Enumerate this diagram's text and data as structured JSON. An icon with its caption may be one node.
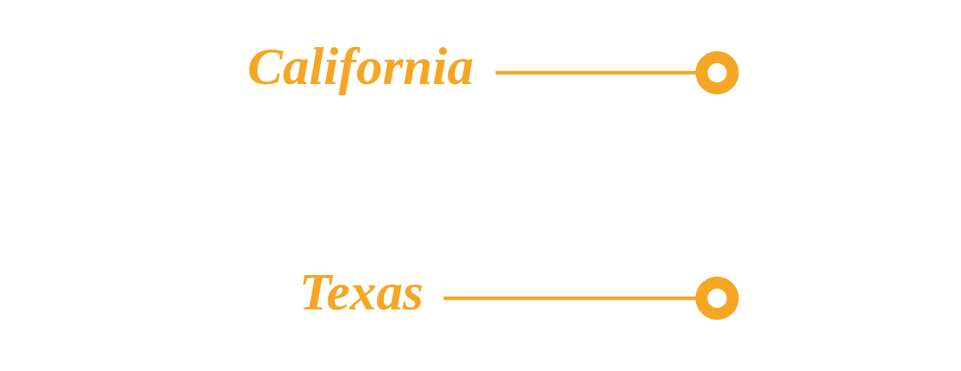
{
  "diagram": {
    "nodes": [
      {
        "text": [
          "California"
        ]
      },
      {
        "text": [],
        "shape": "circle"
      },
      {
        "text": [],
        "shape": "circle"
      },
      {
        "text": [
          "Texas"
        ]
      }
    ],
    "edges": [
      {
        "from": 0,
        "to": 1,
        "arrow": "none"
      },
      {
        "from": 3,
        "to": 2,
        "arrow": "none"
      }
    ]
  }
}
